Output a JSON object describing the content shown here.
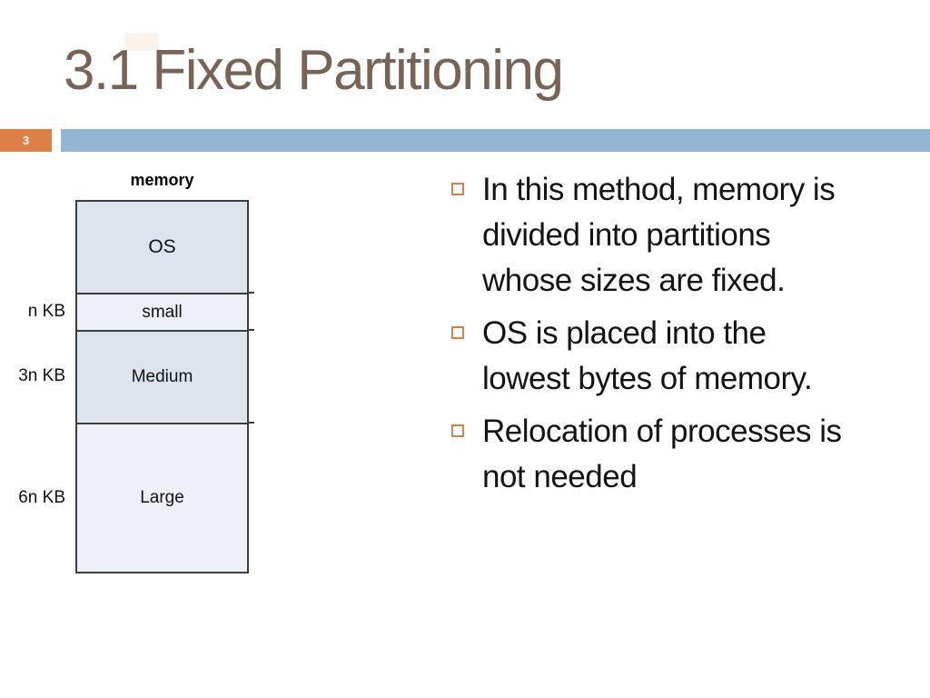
{
  "slide": {
    "title": "3.1 Fixed Partitioning",
    "page_number": "3"
  },
  "colors": {
    "accent_orange": "#DD8047",
    "accent_blue": "#94B6D2",
    "title_brown": "#786357",
    "partition_fill_dark": "#DCE4EE",
    "partition_fill_light": "#EDF1F7"
  },
  "diagram": {
    "label": "memory",
    "partitions": [
      {
        "name": "OS",
        "size_label": ""
      },
      {
        "name": "small",
        "size_label": "n KB"
      },
      {
        "name": "Medium",
        "size_label": "3n KB"
      },
      {
        "name": "Large",
        "size_label": "6n KB"
      }
    ]
  },
  "bullets": [
    {
      "lines": [
        "In this method, memory is",
        "divided into partitions",
        "whose sizes are fixed."
      ]
    },
    {
      "lines": [
        "OS is placed into the",
        "lowest bytes of memory."
      ]
    },
    {
      "lines": [
        "Relocation of processes is",
        "not needed"
      ]
    }
  ]
}
